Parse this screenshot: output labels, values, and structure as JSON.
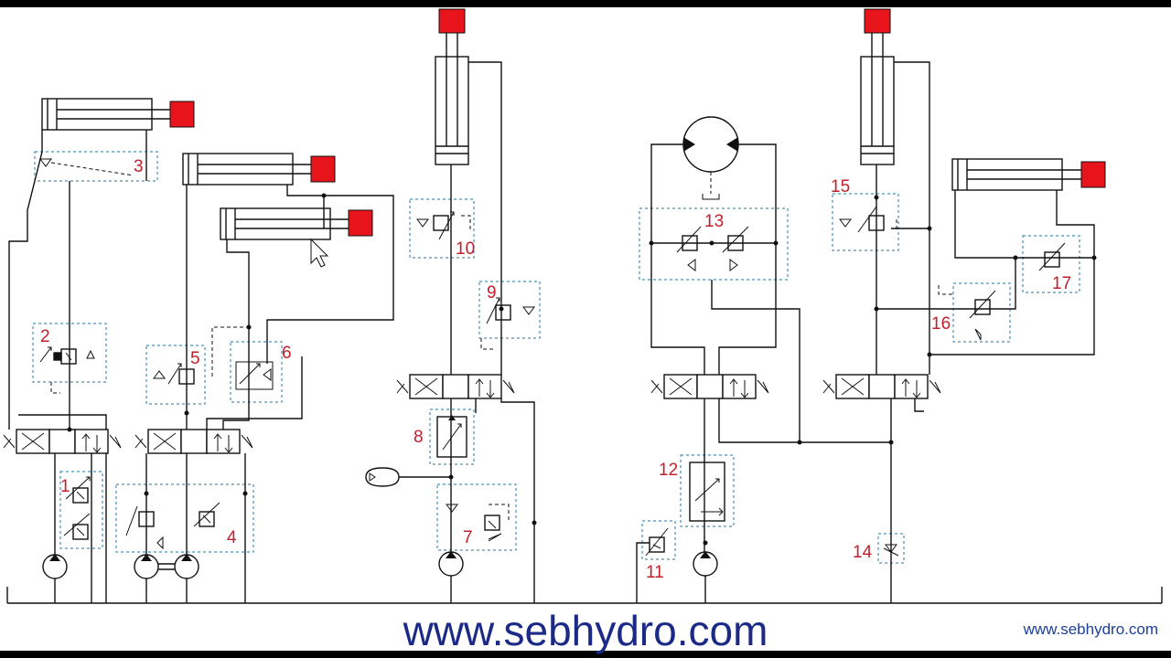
{
  "component_labels": [
    "1",
    "2",
    "3",
    "4",
    "5",
    "6",
    "7",
    "8",
    "9",
    "10",
    "11",
    "12",
    "13",
    "14",
    "15",
    "16",
    "17"
  ],
  "footer": {
    "main_url": "www.sebhydro.com",
    "small_url": "www.sebhydro.com"
  },
  "colors": {
    "actuator_rod_end": "#e8141c",
    "component_number": "#c0202a",
    "component_box": "#4a90b8",
    "url_text": "#1c2a87"
  },
  "icons": [
    "mouse-cursor-icon"
  ]
}
